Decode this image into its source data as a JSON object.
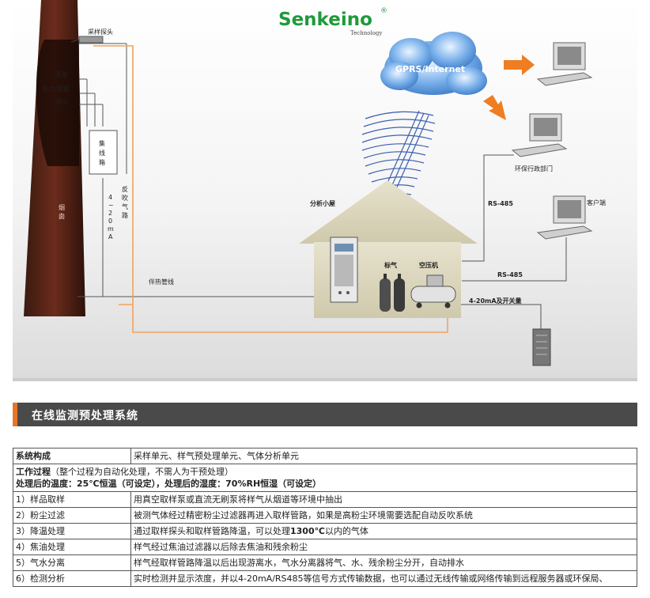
{
  "logo": {
    "brand": "Senkeino",
    "sub": "Technology",
    "mark": "®"
  },
  "cloud_label": "GPRS/Internet",
  "labels": {
    "probe": "采样探头",
    "temp": "温度",
    "pressure": "压力/流量",
    "dust": "粉尘",
    "junction": [
      "集",
      "线",
      "箱"
    ],
    "backflush": [
      "反",
      "吹",
      "气",
      "路"
    ],
    "current": [
      "4",
      "~",
      "2",
      "0",
      "m",
      "A"
    ],
    "chimney": [
      "烟",
      "囱"
    ],
    "heat_line": "伴热管线",
    "shelter": "分析小屋",
    "gas": "标气",
    "compressor": "空压机",
    "rs485_a": "RS-485",
    "rs485_b": "RS-485",
    "switch": "4-20mA及开关量",
    "epb": "环保行政部门",
    "client": "客户端"
  },
  "section_title": "在线监测预处理系统",
  "table": {
    "composition": {
      "label": "系统构成",
      "value": "采样单元、样气预处理单元、气体分析单元"
    },
    "process": {
      "title": "工作过程",
      "note": "（整个过程为自动化处理，不需人为干预处理）",
      "line2_a": "处理后的温度：",
      "line2_b": "25℃恒温",
      "line2_c": "（可设定），处理后的湿度：",
      "line2_d": "70%RH恒湿（可设定）"
    },
    "steps": [
      {
        "label": "1）样品取样",
        "text": "用真空取样泵或直流无刷泵将样气从烟道等环境中抽出"
      },
      {
        "label": "2）粉尘过滤",
        "text": "被测气体经过精密粉尘过滤器再进入取样管路，如果是高粉尘环境需要选配自动反吹系统"
      },
      {
        "label": "3）降温处理",
        "text_a": "通过取样探头和取样管路降温，可以处理",
        "text_b": "1300℃",
        "text_c": "以内的气体"
      },
      {
        "label": "4）焦油处理",
        "text": "样气经过焦油过滤器以后除去焦油和残余粉尘"
      },
      {
        "label": "5）气水分离",
        "text": "样气经取样管路降温以后出现游离水，气水分离器将气、水、残余粉尘分开，自动排水"
      },
      {
        "label": "6）检测分析",
        "text": "实时检测并显示浓度，并以4-20mA/RS485等信号方式传输数据，也可以通过无线传输或网络传输到远程服务器或环保局、"
      }
    ]
  }
}
